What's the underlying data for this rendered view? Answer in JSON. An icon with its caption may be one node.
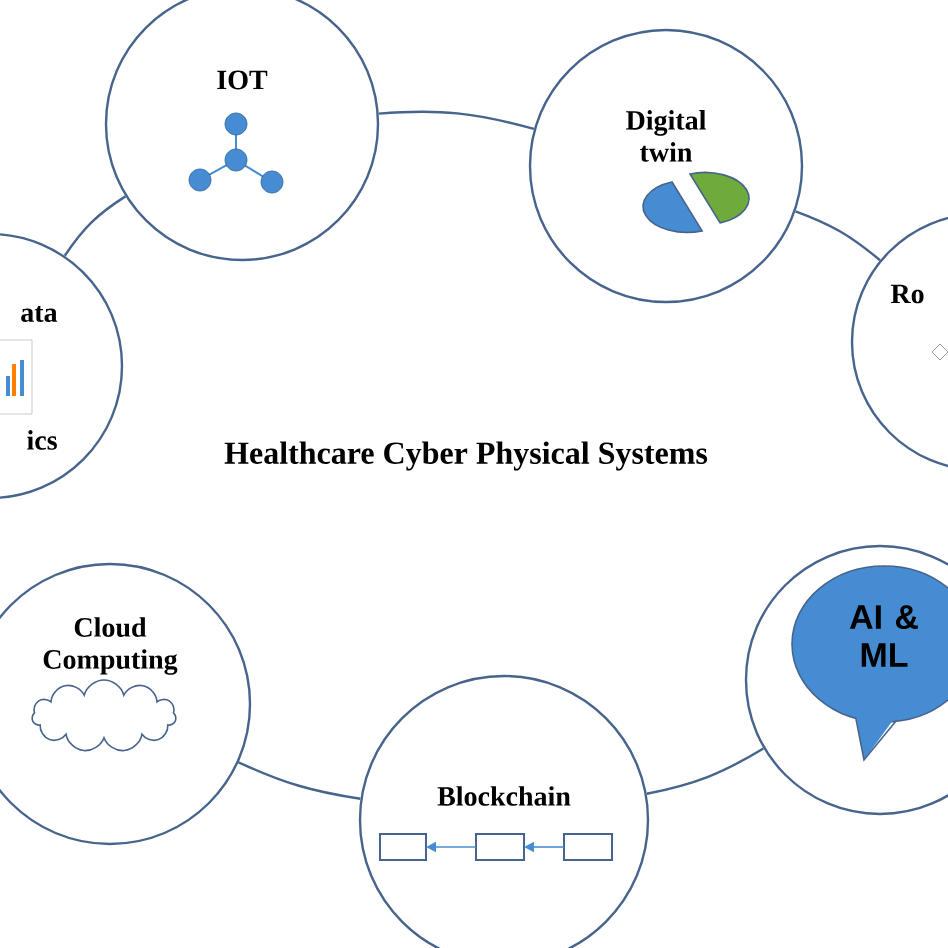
{
  "diagram": {
    "title": "Healthcare  Cyber Physical Systems",
    "nodes": [
      {
        "text": [
          "IOT"
        ]
      },
      {
        "text": [
          "Digital twin"
        ]
      },
      {
        "text": [
          "ata",
          "ics"
        ]
      },
      {
        "text": [
          "Ro"
        ]
      },
      {
        "text": [
          "Cloud Computing"
        ]
      },
      {
        "text": [],
        "shape": "circle"
      },
      {
        "text": [
          "AI & ML"
        ],
        "in": 5
      },
      {
        "text": [
          "Blockchain"
        ]
      }
    ],
    "edges": [
      {
        "from": 2,
        "to": 0,
        "arrow": "none"
      },
      {
        "from": 0,
        "to": 1,
        "arrow": "none"
      },
      {
        "from": 1,
        "to": 3,
        "arrow": "none"
      },
      {
        "from": 4,
        "to": 7,
        "arrow": "none"
      },
      {
        "from": 7,
        "to": 5,
        "arrow": "none"
      }
    ]
  }
}
